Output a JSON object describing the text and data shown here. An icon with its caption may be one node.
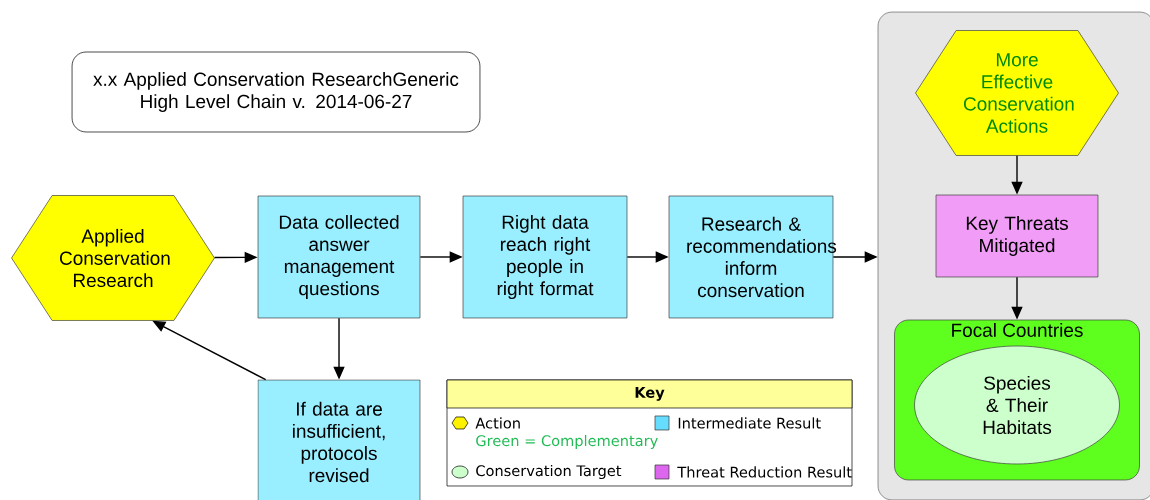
{
  "diagram": {
    "title": "x.x Applied Conservation ResearchGeneric High Level Chain v. 2014-06-27",
    "nodes": [
      {
        "text": [
          "Applied Conservation Research"
        ]
      },
      {
        "text": [
          "Data collected answer management questions"
        ]
      },
      {
        "text": [
          "Right data reach right people in right format"
        ]
      },
      {
        "text": [
          "Research & recommendations inform conservation"
        ]
      },
      {
        "text": [],
        "shape": "box"
      },
      {
        "text": [
          "More Effective Conservation Actions"
        ],
        "in": 4
      },
      {
        "text": [
          "Key Threats Mitigated"
        ],
        "in": 4
      },
      {
        "text": [
          "Focal Countries"
        ],
        "in": 4
      },
      {
        "text": [
          "Species & Their Habitats"
        ],
        "in": 7
      },
      {
        "text": [
          "If data are insufficient, protocols revised"
        ]
      }
    ],
    "edges": [
      {
        "from": 0,
        "to": 1,
        "arrow": "to"
      },
      {
        "from": 1,
        "to": 2,
        "arrow": "to"
      },
      {
        "from": 2,
        "to": 3,
        "arrow": "to"
      },
      {
        "from": 3,
        "to": 4,
        "arrow": "to"
      },
      {
        "from": 5,
        "to": 6,
        "arrow": "to"
      },
      {
        "from": 6,
        "to": 7,
        "arrow": "to"
      },
      {
        "from": 1,
        "to": 9,
        "arrow": "to"
      },
      {
        "from": 9,
        "to": 0,
        "arrow": "to"
      }
    ],
    "labels": [
      "Key",
      "Green = Complementary"
    ],
    "legend": [
      {
        "text": "Action"
      },
      {
        "text": "Intermediate Result",
        "color": "#66ddff"
      },
      {
        "text": "Conservation Target"
      },
      {
        "text": "Threat Reduction Result",
        "color": "#dd66ee"
      }
    ]
  }
}
